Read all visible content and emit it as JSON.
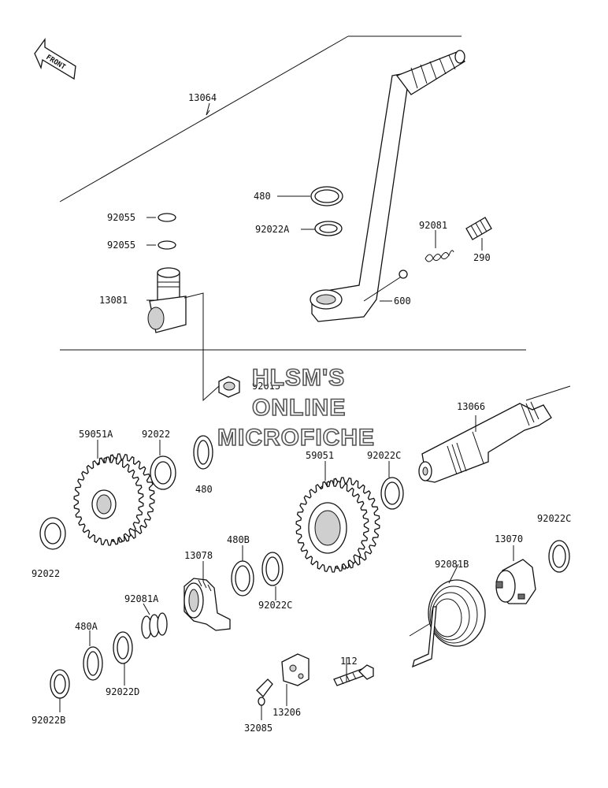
{
  "front_label": "FRONT",
  "watermark": {
    "line1": "HLSM'S",
    "line2": "ONLINE",
    "line3": "MICROFICHE"
  },
  "parts": [
    {
      "id": "p13064",
      "number": "13064",
      "part": "kick-pedal-icon"
    },
    {
      "id": "p92055a",
      "number": "92055",
      "part": "o-ring-icon"
    },
    {
      "id": "p92055b",
      "number": "92055",
      "part": "o-ring-icon"
    },
    {
      "id": "p13081",
      "number": "13081",
      "part": "kick-lever-boss-icon"
    },
    {
      "id": "p480",
      "number": "480",
      "part": "circlip-icon"
    },
    {
      "id": "p92022A",
      "number": "92022A",
      "part": "washer-icon"
    },
    {
      "id": "p92081",
      "number": "92081",
      "part": "spring-icon"
    },
    {
      "id": "p290",
      "number": "290",
      "part": "rubber-cap-icon"
    },
    {
      "id": "p600",
      "number": "600",
      "part": "steel-ball-icon"
    },
    {
      "id": "p92015",
      "number": "92015",
      "part": "nut-icon"
    },
    {
      "id": "p13066",
      "number": "13066",
      "part": "kick-shaft-icon"
    },
    {
      "id": "p59051A",
      "number": "59051A",
      "part": "idle-gear-icon"
    },
    {
      "id": "p92022top",
      "number": "92022",
      "part": "washer-icon"
    },
    {
      "id": "p480mid",
      "number": "480",
      "part": "circlip-icon"
    },
    {
      "id": "p59051",
      "number": "59051",
      "part": "kick-gear-icon"
    },
    {
      "id": "p92022Ctop",
      "number": "92022C",
      "part": "washer-icon"
    },
    {
      "id": "p92022Cright",
      "number": "92022C",
      "part": "washer-icon"
    },
    {
      "id": "p13070",
      "number": "13070",
      "part": "ratchet-icon"
    },
    {
      "id": "p92022left",
      "number": "92022",
      "part": "washer-icon"
    },
    {
      "id": "p480B",
      "number": "480B",
      "part": "circlip-icon"
    },
    {
      "id": "p13078",
      "number": "13078",
      "part": "ratchet-gear-icon"
    },
    {
      "id": "p92022Cmid",
      "number": "92022C",
      "part": "washer-icon"
    },
    {
      "id": "p92081B",
      "number": "92081B",
      "part": "return-spring-icon"
    },
    {
      "id": "p92081A",
      "number": "92081A",
      "part": "spring-icon"
    },
    {
      "id": "p480A",
      "number": "480A",
      "part": "circlip-icon"
    },
    {
      "id": "p112",
      "number": "112",
      "part": "bolt-icon"
    },
    {
      "id": "p92022D",
      "number": "92022D",
      "part": "washer-icon"
    },
    {
      "id": "p13206",
      "number": "13206",
      "part": "stopper-plate-icon"
    },
    {
      "id": "p32085",
      "number": "32085",
      "part": "collar-icon"
    },
    {
      "id": "p92022B",
      "number": "92022B",
      "part": "washer-icon"
    }
  ]
}
